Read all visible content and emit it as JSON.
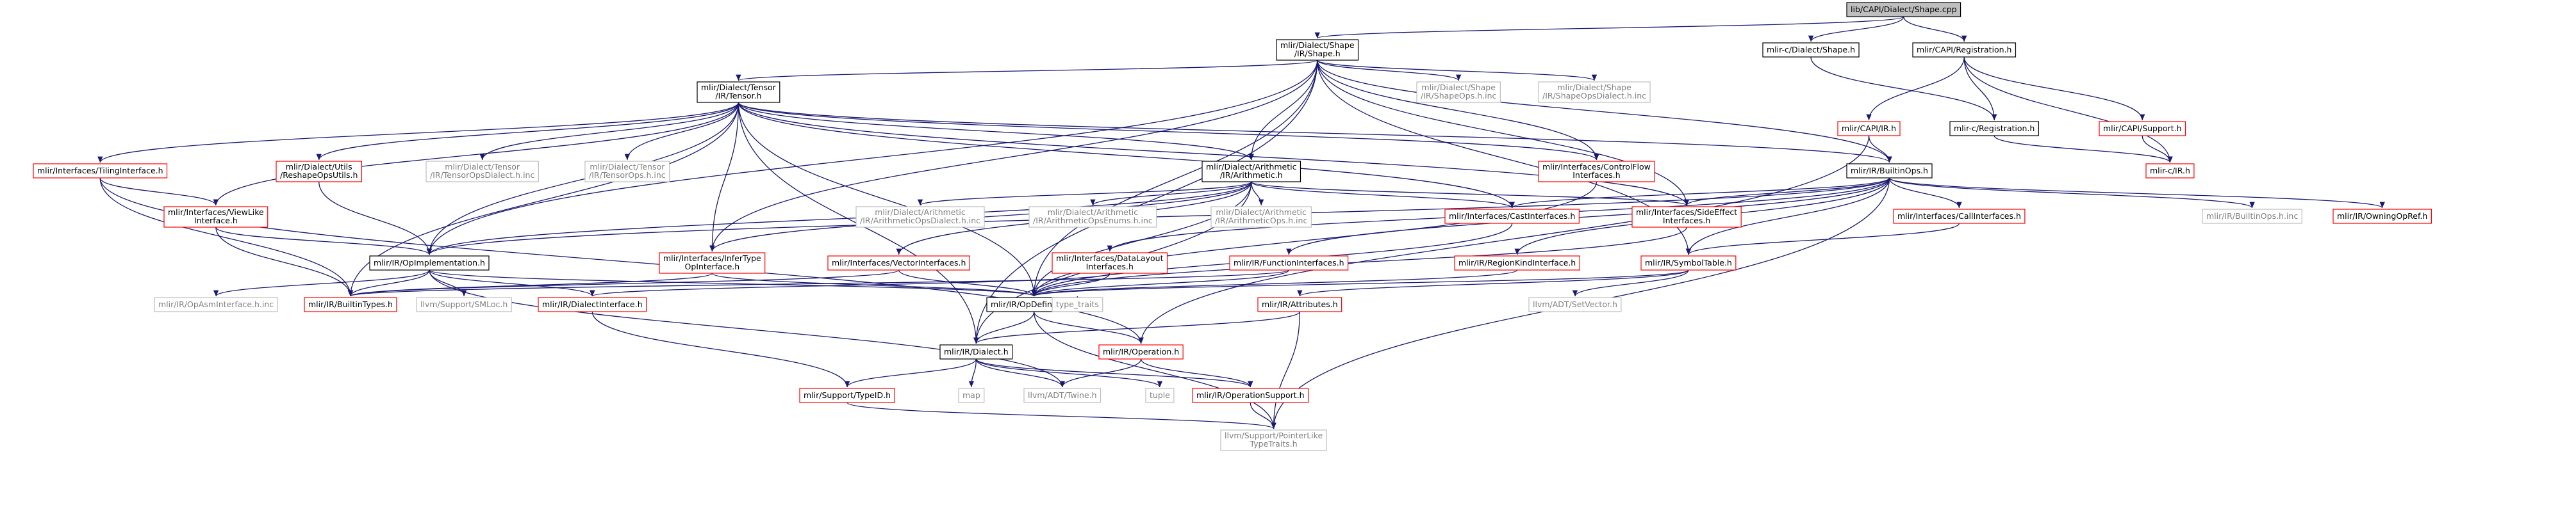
{
  "colors": {
    "edge": "#191970",
    "black_border": "#000000",
    "red_border": "#ff0000",
    "grey_border": "#bfbfbf",
    "root_fill": "#bfbfbf",
    "text_black": "#000000",
    "text_grey": "#808080"
  },
  "nodes": [
    {
      "id": "root",
      "lines": [
        "lib/CAPI/Dialect/Shape.cpp"
      ],
      "style": "root"
    },
    {
      "id": "shape_h",
      "lines": [
        "mlir/Dialect/Shape",
        "/IR/Shape.h"
      ],
      "style": "black"
    },
    {
      "id": "mlirc_shape",
      "lines": [
        "mlir-c/Dialect/Shape.h"
      ],
      "style": "black"
    },
    {
      "id": "capi_reg",
      "lines": [
        "mlir/CAPI/Registration.h"
      ],
      "style": "black"
    },
    {
      "id": "tensor_h",
      "lines": [
        "mlir/Dialect/Tensor",
        "/IR/Tensor.h"
      ],
      "style": "black"
    },
    {
      "id": "shapeops_h_inc",
      "lines": [
        "mlir/Dialect/Shape",
        "/IR/ShapeOps.h.inc"
      ],
      "style": "grey"
    },
    {
      "id": "shapeopsdialect_h_inc",
      "lines": [
        "mlir/Dialect/Shape",
        "/IR/ShapeOpsDialect.h.inc"
      ],
      "style": "grey"
    },
    {
      "id": "capi_ir",
      "lines": [
        "mlir/CAPI/IR.h"
      ],
      "style": "red"
    },
    {
      "id": "mlirc_reg",
      "lines": [
        "mlir-c/Registration.h"
      ],
      "style": "black"
    },
    {
      "id": "capi_support",
      "lines": [
        "mlir/CAPI/Support.h"
      ],
      "style": "red"
    },
    {
      "id": "tiling",
      "lines": [
        "mlir/Interfaces/TilingInterface.h"
      ],
      "style": "red"
    },
    {
      "id": "reshapeops",
      "lines": [
        "mlir/Dialect/Utils",
        "/ReshapeOpsUtils.h"
      ],
      "style": "red"
    },
    {
      "id": "tensoropsdialect",
      "lines": [
        "mlir/Dialect/Tensor",
        "/IR/TensorOpsDialect.h.inc"
      ],
      "style": "grey"
    },
    {
      "id": "tensorops_inc",
      "lines": [
        "mlir/Dialect/Tensor",
        "/IR/TensorOps.h.inc"
      ],
      "style": "grey"
    },
    {
      "id": "arith_h",
      "lines": [
        "mlir/Dialect/Arithmetic",
        "/IR/Arithmetic.h"
      ],
      "style": "black"
    },
    {
      "id": "controlflow",
      "lines": [
        "mlir/Interfaces/ControlFlow",
        "Interfaces.h"
      ],
      "style": "red"
    },
    {
      "id": "builtinops",
      "lines": [
        "mlir/IR/BuiltinOps.h"
      ],
      "style": "black"
    },
    {
      "id": "mlirc_ir",
      "lines": [
        "mlir-c/IR.h"
      ],
      "style": "red"
    },
    {
      "id": "viewlike",
      "lines": [
        "mlir/Interfaces/ViewLike",
        "Interface.h"
      ],
      "style": "red"
    },
    {
      "id": "arithdialect",
      "lines": [
        "mlir/Dialect/Arithmetic",
        "/IR/ArithmeticOpsDialect.h.inc"
      ],
      "style": "grey"
    },
    {
      "id": "arithenums",
      "lines": [
        "mlir/Dialect/Arithmetic",
        "/IR/ArithmeticOpsEnums.h.inc"
      ],
      "style": "grey"
    },
    {
      "id": "arithops",
      "lines": [
        "mlir/Dialect/Arithmetic",
        "/IR/ArithmeticOps.h.inc"
      ],
      "style": "grey"
    },
    {
      "id": "cast",
      "lines": [
        "mlir/Interfaces/CastInterfaces.h"
      ],
      "style": "red"
    },
    {
      "id": "sideeffect",
      "lines": [
        "mlir/Interfaces/SideEffect",
        "Interfaces.h"
      ],
      "style": "red"
    },
    {
      "id": "callif",
      "lines": [
        "mlir/Interfaces/CallInterfaces.h"
      ],
      "style": "red"
    },
    {
      "id": "builtinops_inc",
      "lines": [
        "mlir/IR/BuiltinOps.h.inc"
      ],
      "style": "grey"
    },
    {
      "id": "owningopref",
      "lines": [
        "mlir/IR/OwningOpRef.h"
      ],
      "style": "red"
    },
    {
      "id": "opimpl",
      "lines": [
        "mlir/IR/OpImplementation.h"
      ],
      "style": "black"
    },
    {
      "id": "infertype",
      "lines": [
        "mlir/Interfaces/InferType",
        "OpInterface.h"
      ],
      "style": "red"
    },
    {
      "id": "vectorif",
      "lines": [
        "mlir/Interfaces/VectorInterfaces.h"
      ],
      "style": "red"
    },
    {
      "id": "datalayout",
      "lines": [
        "mlir/Interfaces/DataLayout",
        "Interfaces.h"
      ],
      "style": "red"
    },
    {
      "id": "functionif",
      "lines": [
        "mlir/IR/FunctionInterfaces.h"
      ],
      "style": "red"
    },
    {
      "id": "regionkind",
      "lines": [
        "mlir/IR/RegionKindInterface.h"
      ],
      "style": "red"
    },
    {
      "id": "symboltable",
      "lines": [
        "mlir/IR/SymbolTable.h"
      ],
      "style": "red"
    },
    {
      "id": "opasm",
      "lines": [
        "mlir/IR/OpAsmInterface.h.inc"
      ],
      "style": "grey"
    },
    {
      "id": "builtintypes",
      "lines": [
        "mlir/IR/BuiltinTypes.h"
      ],
      "style": "red"
    },
    {
      "id": "smloc",
      "lines": [
        "llvm/Support/SMLoc.h"
      ],
      "style": "grey"
    },
    {
      "id": "dialectif",
      "lines": [
        "mlir/IR/DialectInterface.h"
      ],
      "style": "red"
    },
    {
      "id": "opdef",
      "lines": [
        "mlir/IR/OpDefinition.h"
      ],
      "style": "black"
    },
    {
      "id": "attributes",
      "lines": [
        "mlir/IR/Attributes.h"
      ],
      "style": "red"
    },
    {
      "id": "setvector",
      "lines": [
        "llvm/ADT/SetVector.h"
      ],
      "style": "grey"
    },
    {
      "id": "type_traits",
      "lines": [
        "type_traits"
      ],
      "style": "grey"
    },
    {
      "id": "dialect_h",
      "lines": [
        "mlir/IR/Dialect.h"
      ],
      "style": "black"
    },
    {
      "id": "operation",
      "lines": [
        "mlir/IR/Operation.h"
      ],
      "style": "red"
    },
    {
      "id": "typeid",
      "lines": [
        "mlir/Support/TypeID.h"
      ],
      "style": "red"
    },
    {
      "id": "map",
      "lines": [
        "map"
      ],
      "style": "grey"
    },
    {
      "id": "twine",
      "lines": [
        "llvm/ADT/Twine.h"
      ],
      "style": "grey"
    },
    {
      "id": "tuple",
      "lines": [
        "tuple"
      ],
      "style": "grey"
    },
    {
      "id": "opsupport",
      "lines": [
        "mlir/IR/OperationSupport.h"
      ],
      "style": "red"
    },
    {
      "id": "pointerlike",
      "lines": [
        "llvm/Support/PointerLike",
        "TypeTraits.h"
      ],
      "style": "grey"
    }
  ]
}
